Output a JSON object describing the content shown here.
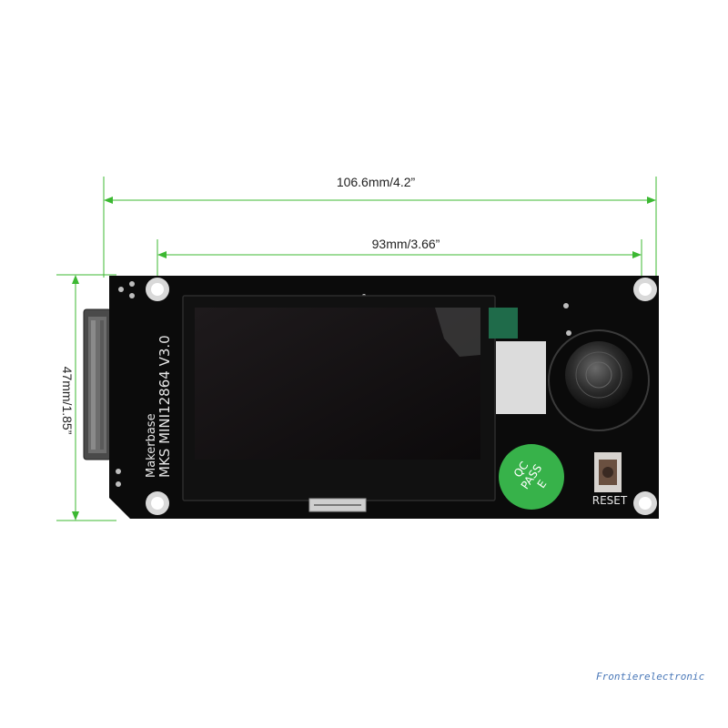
{
  "dimensions": {
    "overall_width": "106.6mm/4.2”",
    "hole_spacing": "93mm/3.66”",
    "height": "47mm/1.85”"
  },
  "board": {
    "brand": "Makerbase",
    "model": "MKS MINI12864 V3.0",
    "reset_label": "RESET",
    "qc_sticker": [
      "QC",
      "PASS",
      "E"
    ]
  },
  "watermark": "Frontierelectronic",
  "colors": {
    "dimension_line": "#3cb832",
    "pcb": "#0b0b0b",
    "qc_sticker": "#37b24a"
  }
}
